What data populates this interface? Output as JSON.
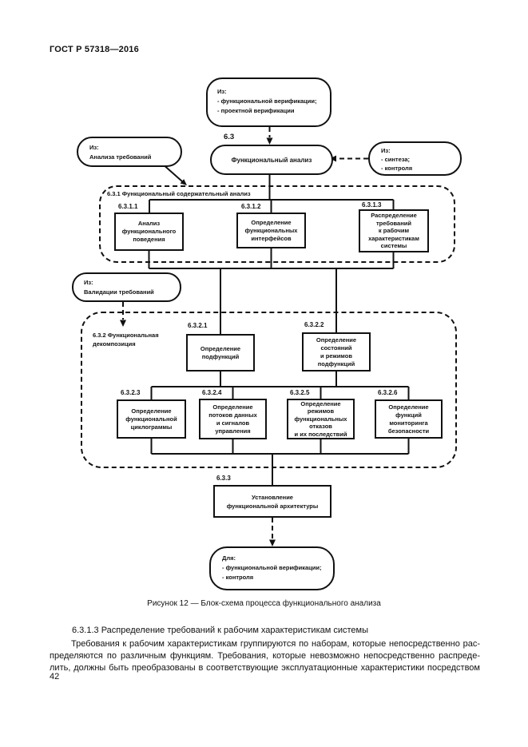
{
  "page": {
    "header": "ГОСТ Р 57318—2016",
    "page_number": "42"
  },
  "figure": {
    "caption": "Рисунок 12 — Блок-схема процесса функционального анализа",
    "nodes": {
      "oval_top": "Из:\n- функциональной верификации;\n- проектной верификации",
      "label_6_3": "6.3",
      "main_box": "Функциональный анализ",
      "oval_left": "Из:\nАнализа требований",
      "oval_right": "Из:\n- синтеза;\n- контроля",
      "oval_validation": "Из:\nВалидации требований",
      "oval_bottom": "Для:\n- функциональной верификации;\n- контроля",
      "c631_label": "6.3.1 Функциональный содержательный анализ",
      "c632_label": "6.3.2 Функциональная\nдекомпозиция",
      "b6311_num": "6.3.1.1",
      "b6311_text": "Анализ\nфункционального\nповедения",
      "b6312_num": "6.3.1.2",
      "b6312_text": "Определение\nфункциональных\nинтерфейсов",
      "b6313_num": "6.3.1.3",
      "b6313_text": "Распределение\nтребований\nк рабочим\nхарактеристикам\nсистемы",
      "b6321_num": "6.3.2.1",
      "b6321_text": "Определение\nподфункций",
      "b6322_num": "6.3.2.2",
      "b6322_text": "Определение\nсостояний\nи режимов\nподфункций",
      "b6323_num": "6.3.2.3",
      "b6323_text": "Определение\nфункциональной\nциклограммы",
      "b6324_num": "6.3.2.4",
      "b6324_text": "Определение\nпотоков данных\nи сигналов\nуправления",
      "b6325_num": "6.3.2.5",
      "b6325_text": "Определение\nрежимов\nфункциональных\nотказов\nи их последствий",
      "b6326_num": "6.3.2.6",
      "b6326_text": "Определение\nфункций\nмониторинга\nбезопасности",
      "b633_num": "6.3.3",
      "b633_text": "Установление\nфункциональной архитектуры"
    }
  },
  "main_text": {
    "section_heading": "6.3.1.3 Распределение требований к рабочим характеристикам системы",
    "paragraph_lines": [
      "Требования к рабочим характеристикам группируются по наборам, которые непосредственно рас-",
      "пределяются по различным функциям. Требования, которые невозможно непосредственно распреде-",
      "лить, должны быть преобразованы в соответствующие эксплуатационные характеристики посредством"
    ]
  }
}
